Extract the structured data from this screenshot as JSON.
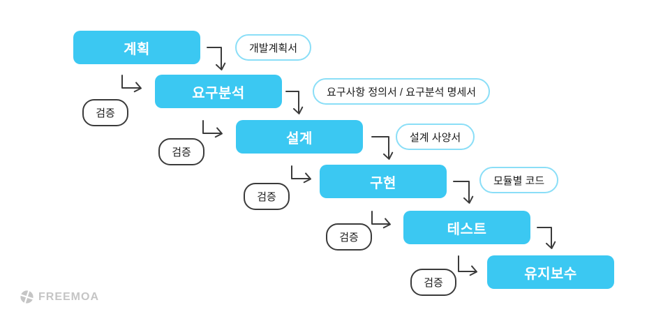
{
  "diagram": {
    "title": "waterfall-model-flowchart",
    "stages": [
      {
        "label": "계획",
        "document": "개발계획서"
      },
      {
        "label": "요구분석",
        "document": "요구사항 정의서 / 요구분석 명세서"
      },
      {
        "label": "설계",
        "document": "설계 사양서"
      },
      {
        "label": "구현",
        "document": "모듈별 코드"
      },
      {
        "label": "테스트"
      },
      {
        "label": "유지보수"
      }
    ],
    "verification_label": "검증",
    "colors": {
      "stage_fill": "#3bc8f2",
      "stage_text": "#ffffff",
      "document_border": "#8adef7",
      "document_text": "#1a1a1a",
      "verification_border": "#3a3a3a",
      "connector": "#3a3a3a",
      "logo": "#c5c5c5",
      "background": "#ffffff"
    }
  },
  "footer": {
    "brand": "FREEMOA"
  }
}
